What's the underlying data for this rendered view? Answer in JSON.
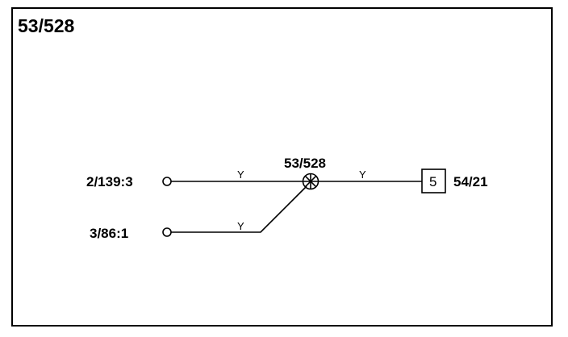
{
  "diagram": {
    "title": "53/528",
    "splice": {
      "label": "53/528"
    },
    "connectors": {
      "left_top": "2/139:3",
      "left_bottom": "3/86:1",
      "right": "54/21"
    },
    "wires": {
      "top_left_color": "Y",
      "bottom_left_color": "Y",
      "right_color": "Y"
    },
    "terminal_box": {
      "pin": "5"
    },
    "colors": {
      "line": "#000000",
      "background": "#ffffff"
    }
  }
}
